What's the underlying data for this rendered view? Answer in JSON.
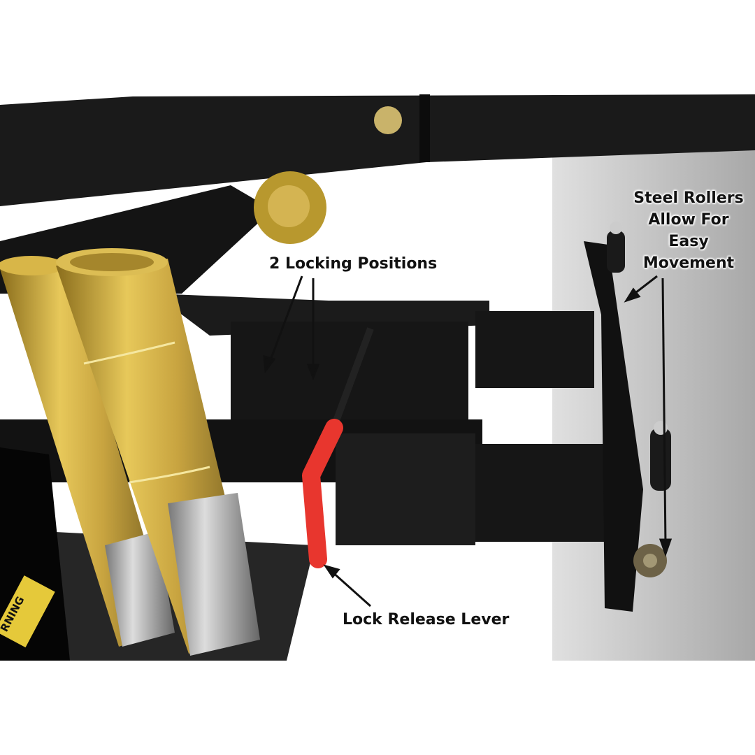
{
  "annotations": {
    "locking_positions": "2 Locking Positions",
    "steel_rollers": [
      "Steel Rollers",
      "Allow For",
      "Easy",
      "Movement"
    ],
    "lock_release": "Lock Release Lever"
  },
  "warning_label": "RNING",
  "colors": {
    "background": "#ffffff",
    "steel_black": "#151515",
    "brass": "#c9a636",
    "lever_red": "#e8362e",
    "floor_gray": "#b8b8b8"
  }
}
